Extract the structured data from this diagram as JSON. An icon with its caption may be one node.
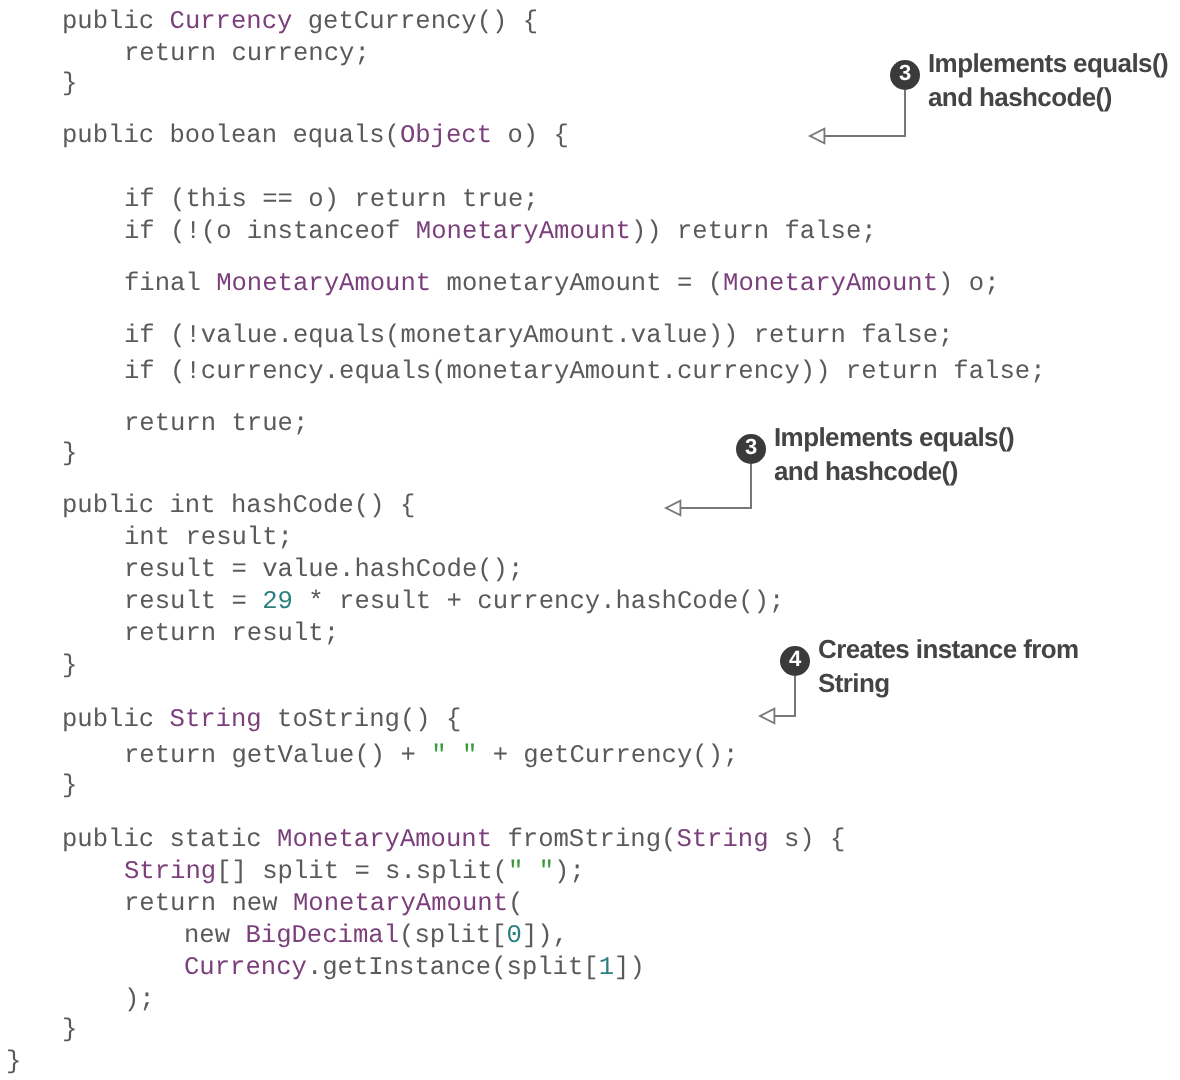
{
  "diagram": {
    "nodes": [
      {
        "text": [
          "3"
        ],
        "beside": [
          "Implements equals() and hashcode()"
        ]
      },
      {
        "text": [
          "3"
        ],
        "beside": [
          "Implements equals() and hashcode()"
        ]
      },
      {
        "text": [
          "4"
        ],
        "beside": [
          "Creates instance from String"
        ]
      }
    ],
    "edges": [
      {
        "from": 0,
        "to": null,
        "arrow": "to"
      },
      {
        "from": 1,
        "to": null,
        "arrow": "to"
      },
      {
        "from": 2,
        "to": null,
        "arrow": "to"
      }
    ],
    "labels": [
      "public Currency getCurrency() {",
      "return currency;",
      "}",
      "public boolean equals(Object o) {",
      "if (this == o) return true;",
      "if (!(o instanceof MonetaryAmount)) return false;",
      "final MonetaryAmount monetaryAmount = (MonetaryAmount) o;",
      "if (!value.equals(monetaryAmount.value)) return false;",
      "if (!currency.equals(monetaryAmount.currency)) return false;",
      "return true;",
      "}",
      "public int hashCode() {",
      "int result;",
      "result = value.hashCode();",
      "result = 29 * result + currency.hashCode();",
      "return result;",
      "}",
      "public String toString() {",
      "return getValue() + \" \" + getCurrency();",
      "}",
      "public static MonetaryAmount fromString(String s) {",
      "String[] split = s.split(\" \");",
      "return new MonetaryAmount(",
      "new BigDecimal(split[0]),",
      "Currency.getInstance(split[1])",
      ");",
      "}",
      "}"
    ]
  }
}
